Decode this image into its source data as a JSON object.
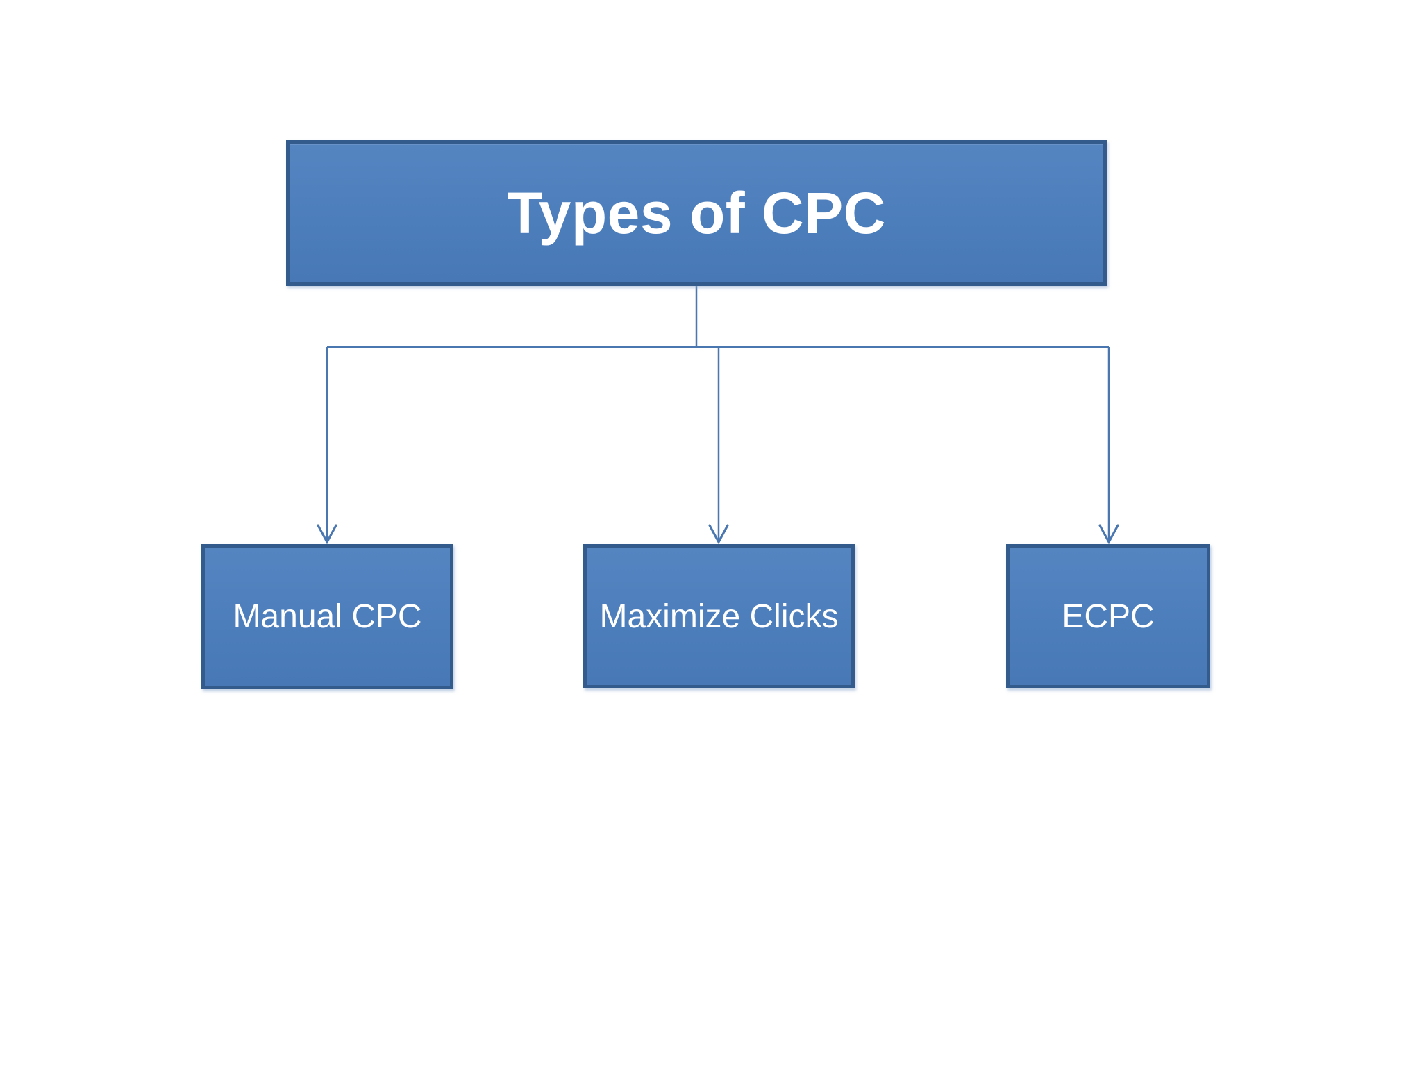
{
  "diagram": {
    "root": {
      "label": "Types of CPC"
    },
    "children": [
      {
        "label": "Manual CPC"
      },
      {
        "label": "Maximize Clicks"
      },
      {
        "label": "ECPC"
      }
    ],
    "colors": {
      "node_fill": "#4D7EBC",
      "node_fill_light": "#5585C1",
      "node_border": "#335C8C",
      "connector": "#4B77B0",
      "text": "#FFFFFF",
      "page_bg": "#FFFFFF"
    }
  }
}
